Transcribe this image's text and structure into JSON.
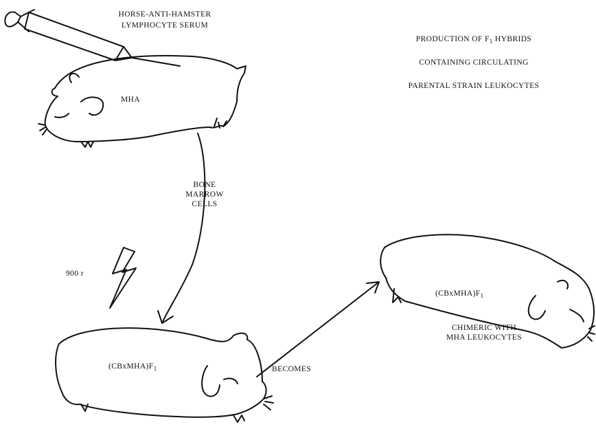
{
  "title_lines": [
    "PRODUCTION OF F",
    "CONTAINING CIRCULATING",
    "PARENTAL STRAIN LEUKOCYTES"
  ],
  "title_sub": "1",
  "title_tail": " HYBRIDS",
  "syringe_label_lines": [
    "HORSE-ANTI-HAMSTER",
    "LYMPHOCYTE SERUM"
  ],
  "donor_label": "MHA",
  "transfer_label_lines": [
    "BONE",
    "MARROW",
    "CELLS"
  ],
  "irradiation_label": "900 r",
  "recipient_label_main": "(CBxMHA)F",
  "recipient_label_sub": "1",
  "becomes_label": "BECOMES",
  "result_label_main": "(CBxMHA)F",
  "result_label_sub": "1",
  "result_note_lines": [
    "CHIMERIC WITH",
    "MHA LEUKOCYTES"
  ]
}
